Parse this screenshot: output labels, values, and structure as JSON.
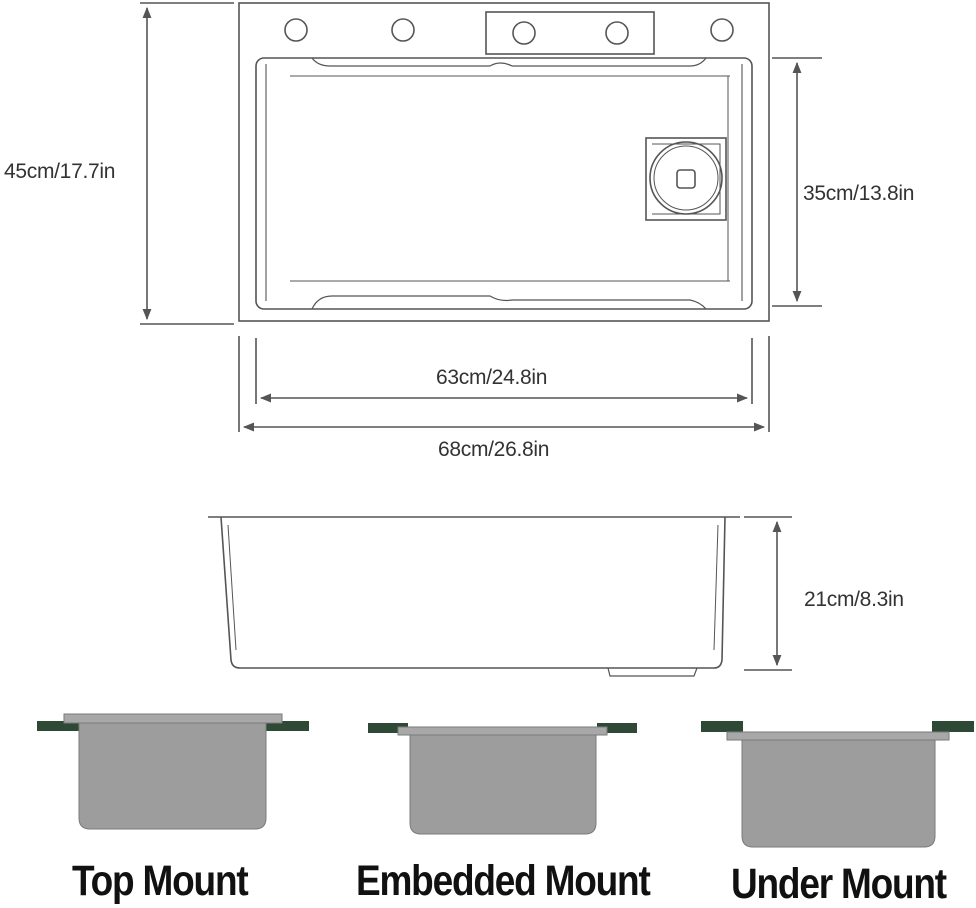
{
  "dimensions": {
    "overall_depth": "45cm/17.7in",
    "bowl_depth": "35cm/13.8in",
    "bowl_width": "63cm/24.8in",
    "overall_width": "68cm/26.8in",
    "bowl_height": "21cm/8.3in"
  },
  "mount_types": {
    "top": "Top Mount",
    "embedded": "Embedded Mount",
    "under": "Under Mount"
  },
  "colors": {
    "outline": "#555555",
    "counter_edge": "#2e4a36",
    "basin_fill": "#9d9d9d"
  }
}
